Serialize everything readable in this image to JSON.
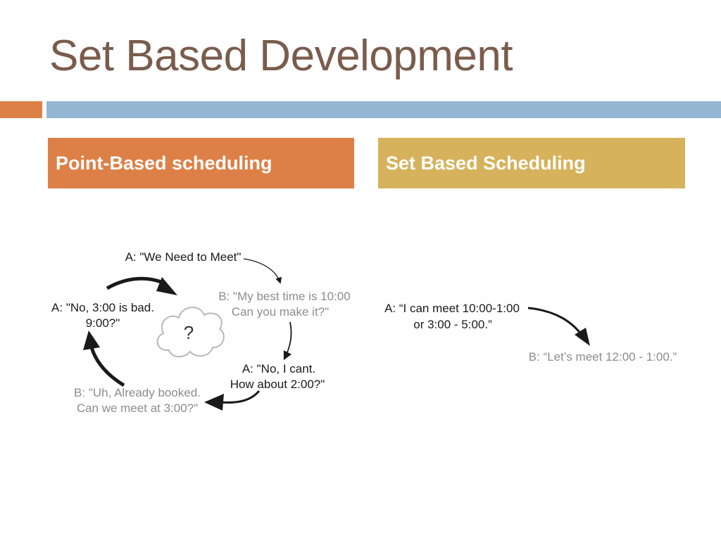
{
  "slide": {
    "title": "Set Based Development"
  },
  "columns": {
    "left_header": "Point-Based scheduling",
    "right_header": "Set Based Scheduling"
  },
  "point_based": {
    "a_meet": "A: \"We Need to Meet\"",
    "b_best_line1": "B: \"My best time is 10:00",
    "b_best_line2": "Can you make it?\"",
    "a_cant_line1": "A: \"No, I cant.",
    "a_cant_line2": "How about 2:00?\"",
    "b_booked_line1": "B: \"Uh, Already booked.",
    "b_booked_line2": "Can we meet at 3:00?\"",
    "a_bad_line1": "A: \"No, 3:00 is bad.",
    "a_bad_line2": "9:00?\"",
    "cloud_symbol": "?"
  },
  "set_based": {
    "a_line1": "A: “I can meet 10:00-1:00",
    "a_line2": "or 3:00 - 5:00.”",
    "b_line": "B: “Let’s meet 12:00 - 1:00.”"
  },
  "colors": {
    "title": "#7a5c4d",
    "accent_orange": "#dd8047",
    "accent_blue": "#94b6d2",
    "accent_gold": "#d6b25c",
    "text_dark": "#1a1a1a",
    "text_gray": "#8c8c8c"
  }
}
